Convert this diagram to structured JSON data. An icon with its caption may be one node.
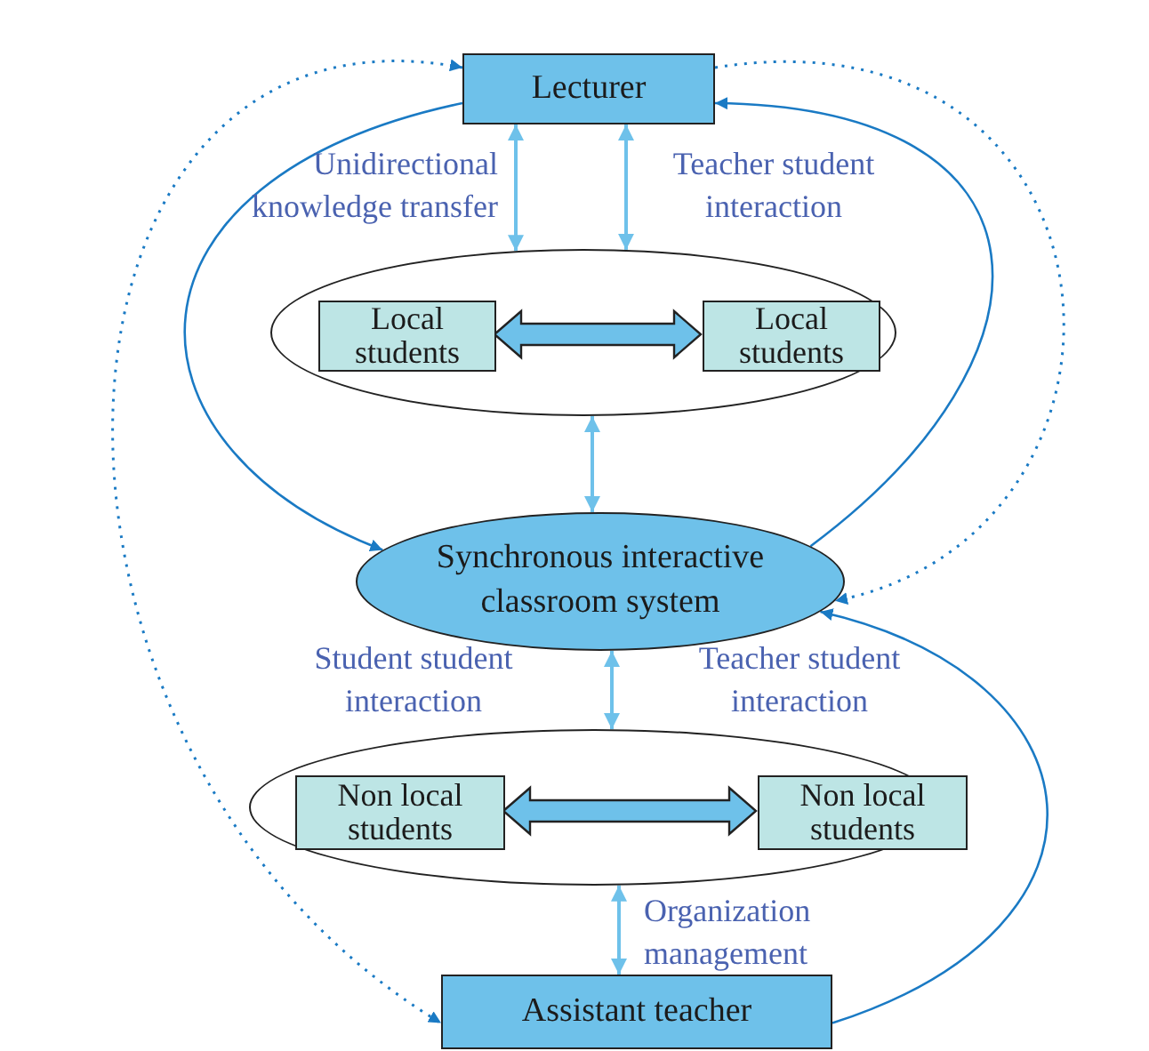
{
  "diagram": {
    "nodes": [
      {
        "text": [
          "Lecturer"
        ]
      },
      {
        "text": [],
        "shape": "ellipse"
      },
      {
        "text": [
          "Local students"
        ],
        "in": 1
      },
      {
        "text": [
          "Local students"
        ],
        "in": 1
      },
      {
        "text": [
          "Synchronous interactive classroom system"
        ]
      },
      {
        "text": [],
        "shape": "ellipse"
      },
      {
        "text": [
          "Non local students"
        ],
        "in": 5
      },
      {
        "text": [
          "Non local students"
        ],
        "in": 5
      },
      {
        "text": [
          "Assistant teacher"
        ]
      }
    ],
    "edges": [
      {
        "from": 0,
        "to": 1,
        "arrow": "both",
        "label": "Unidirectional knowledge transfer"
      },
      {
        "from": 0,
        "to": 1,
        "arrow": "both",
        "label": "Teacher student interaction"
      },
      {
        "from": 2,
        "to": 3,
        "arrow": "both",
        "style": "thick"
      },
      {
        "from": 1,
        "to": 4,
        "arrow": "both"
      },
      {
        "from": 4,
        "to": 5,
        "arrow": "both",
        "label": "Student student interaction"
      },
      {
        "from": 6,
        "to": 7,
        "arrow": "both",
        "style": "thick"
      },
      {
        "from": 5,
        "to": 8,
        "arrow": "both",
        "label": "Organization management"
      },
      {
        "from": 0,
        "to": 4,
        "arrow": "to",
        "color": "#1a7ac4"
      },
      {
        "from": 0,
        "to": 8,
        "arrow": "both",
        "style": "dashed",
        "color": "#1a7ac4"
      },
      {
        "from": 0,
        "to": 4,
        "arrow": "to",
        "style": "dashed",
        "color": "#1a7ac4"
      },
      {
        "from": 4,
        "to": 0,
        "arrow": "to",
        "color": "#1a7ac4"
      },
      {
        "from": 8,
        "to": 4,
        "arrow": "to",
        "color": "#1a7ac4"
      }
    ],
    "labels": [
      "Teacher student interaction"
    ]
  }
}
